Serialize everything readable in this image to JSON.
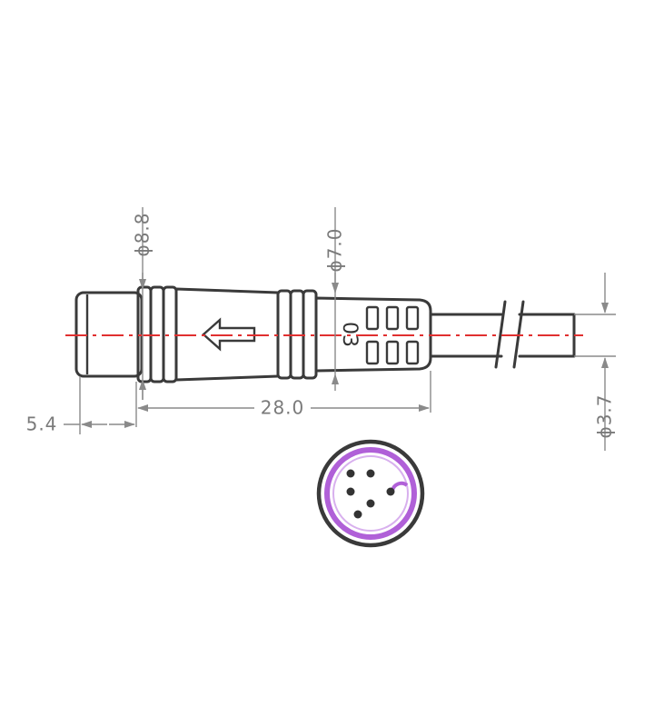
{
  "drawing": {
    "dimensions": {
      "overall_length": "28.0",
      "front_length": "5.4",
      "diameter_front": "ϕ8.8",
      "diameter_mid": "ϕ7.0",
      "diameter_cable": "ϕ3.7"
    },
    "body_marking": "03",
    "colors": {
      "centerline": "#e03030",
      "outline": "#3a3a3a",
      "dimension": "#8a8a8a",
      "contact_ring": "#b060d8"
    },
    "face_view": {
      "pin_count": 6
    }
  }
}
